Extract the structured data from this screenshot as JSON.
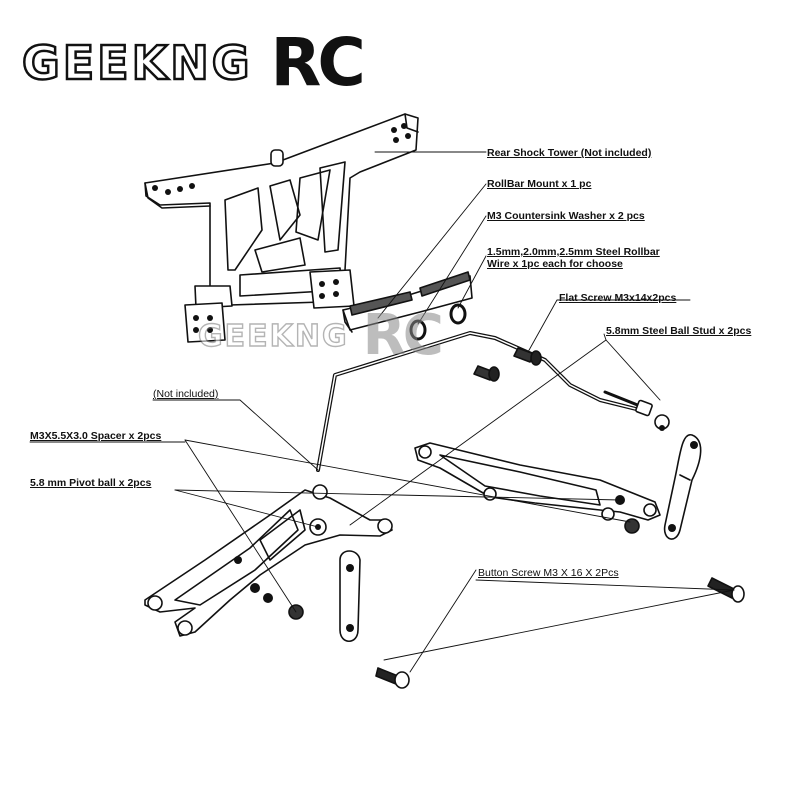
{
  "brand": {
    "logo_text": "GEEKNG",
    "logo_rc": "RC",
    "watermark_text": "GEEKNG",
    "watermark_rc": "RC",
    "ink_color": "#111111"
  },
  "labels": {
    "rear_shock_tower": "Rear Shock Tower (Not included)",
    "rollbar_mount": "RollBar Mount x 1 pc",
    "countersink_washer": "M3 Countersink Washer x 2 pcs",
    "rollbar_wire_line1": "1.5mm,2.0mm,2.5mm Steel Rollbar",
    "rollbar_wire_line2": "Wire x 1pc each for choose",
    "flat_screw": "Flat Screw M3x14x2pcs",
    "steel_ball_stud": "5.8mm Steel Ball Stud x 2pcs",
    "not_included": "(Not included)",
    "spacer": "M3X5.5X3.0 Spacer x 2pcs",
    "pivot_ball": "5.8 mm Pivot ball x 2pcs",
    "button_screw": "Button Screw M3 X 16 X 2Pcs"
  }
}
